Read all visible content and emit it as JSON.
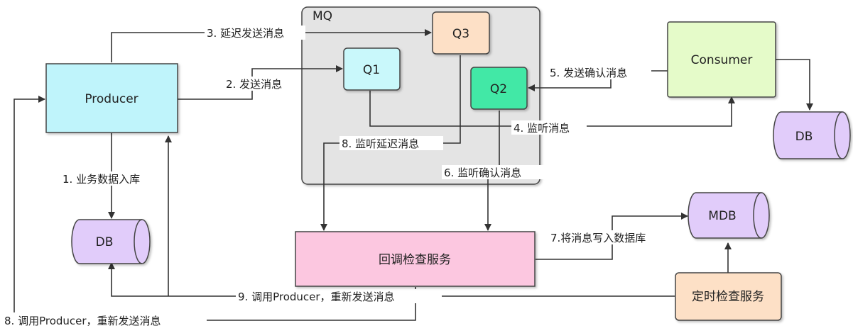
{
  "colors": {
    "producer": "#bff4fb",
    "q1": "#c9f8fb",
    "q2": "#43e8a6",
    "q3": "#fde0c6",
    "consumer": "#e5fbc9",
    "callback": "#fcc7e0",
    "timer": "#fde0c6",
    "db": "#e1ccfa",
    "mq_bg": "#e4e4e4",
    "edge": "#333333"
  },
  "nodes": {
    "mq": "MQ",
    "producer": "Producer",
    "q1": "Q1",
    "q2": "Q2",
    "q3": "Q3",
    "consumer": "Consumer",
    "db_producer": "DB",
    "db_consumer": "DB",
    "mdb": "MDB",
    "callback_service": "回调检查服务",
    "timer_service": "定时检查服务"
  },
  "edges": {
    "e1": "1. 业务数据入库",
    "e2": "2. 发送消息",
    "e3": "3. 延迟发送消息",
    "e4": "4. 监听消息",
    "e5": "5. 发送确认消息",
    "e6": "6. 监听确认消息",
    "e7": "7.将消息写入数据库",
    "e8_listen": "8. 监听延迟消息",
    "e8_call": "8. 调用Producer，重新发送消息",
    "e9": "9. 调用Producer，重新发送消息"
  }
}
